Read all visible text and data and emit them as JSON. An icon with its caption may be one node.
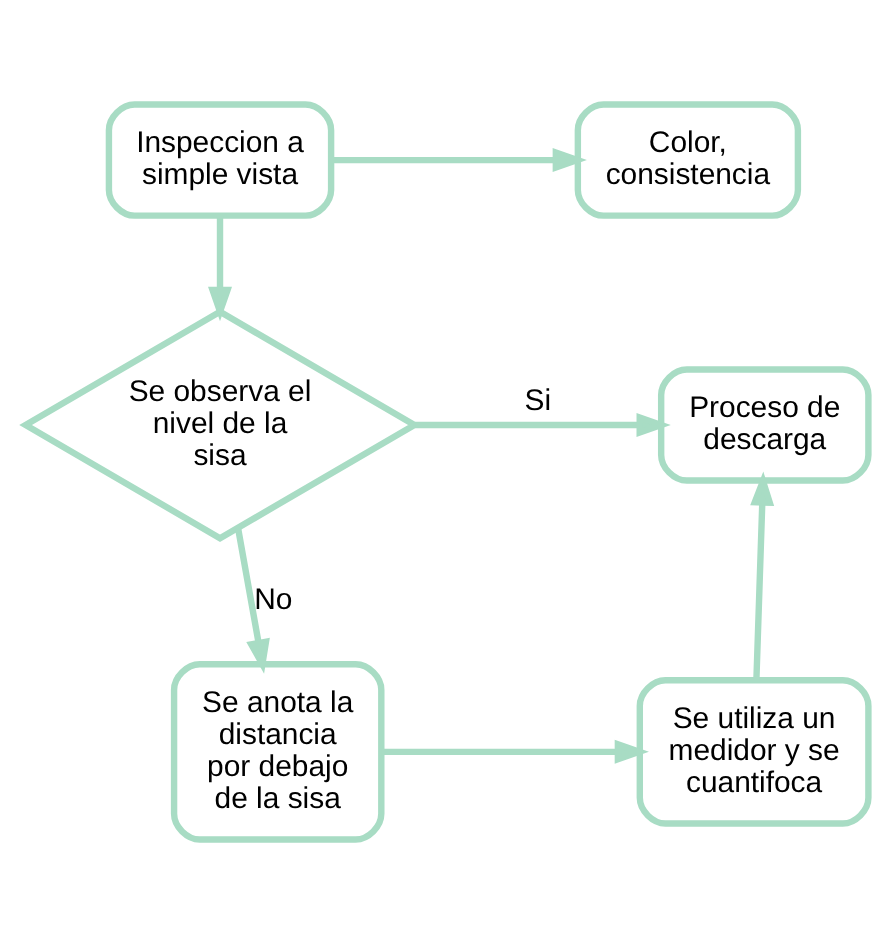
{
  "diagram": {
    "nodes": [
      {
        "text": [
          "Inspeccion a simple vista"
        ]
      },
      {
        "text": [
          "Color, consistencia"
        ]
      },
      {
        "text": [
          "Se observa el nivel de la sisa"
        ]
      },
      {
        "text": [
          "Proceso de descarga"
        ]
      },
      {
        "text": [
          "Se anota la distancia por debajo de la sisa"
        ]
      },
      {
        "text": [
          "Se utiliza un medidor y se cuantifoca"
        ]
      }
    ],
    "edges": [
      {
        "from": 0,
        "to": 1,
        "arrow": "to"
      },
      {
        "from": 0,
        "to": 2,
        "arrow": "to"
      },
      {
        "from": 2,
        "to": 3,
        "arrow": "to",
        "label": "Si"
      },
      {
        "from": 2,
        "to": 4,
        "arrow": "to",
        "label": "No"
      },
      {
        "from": 4,
        "to": 5,
        "arrow": "to"
      },
      {
        "from": 5,
        "to": 3,
        "arrow": "to"
      }
    ]
  }
}
